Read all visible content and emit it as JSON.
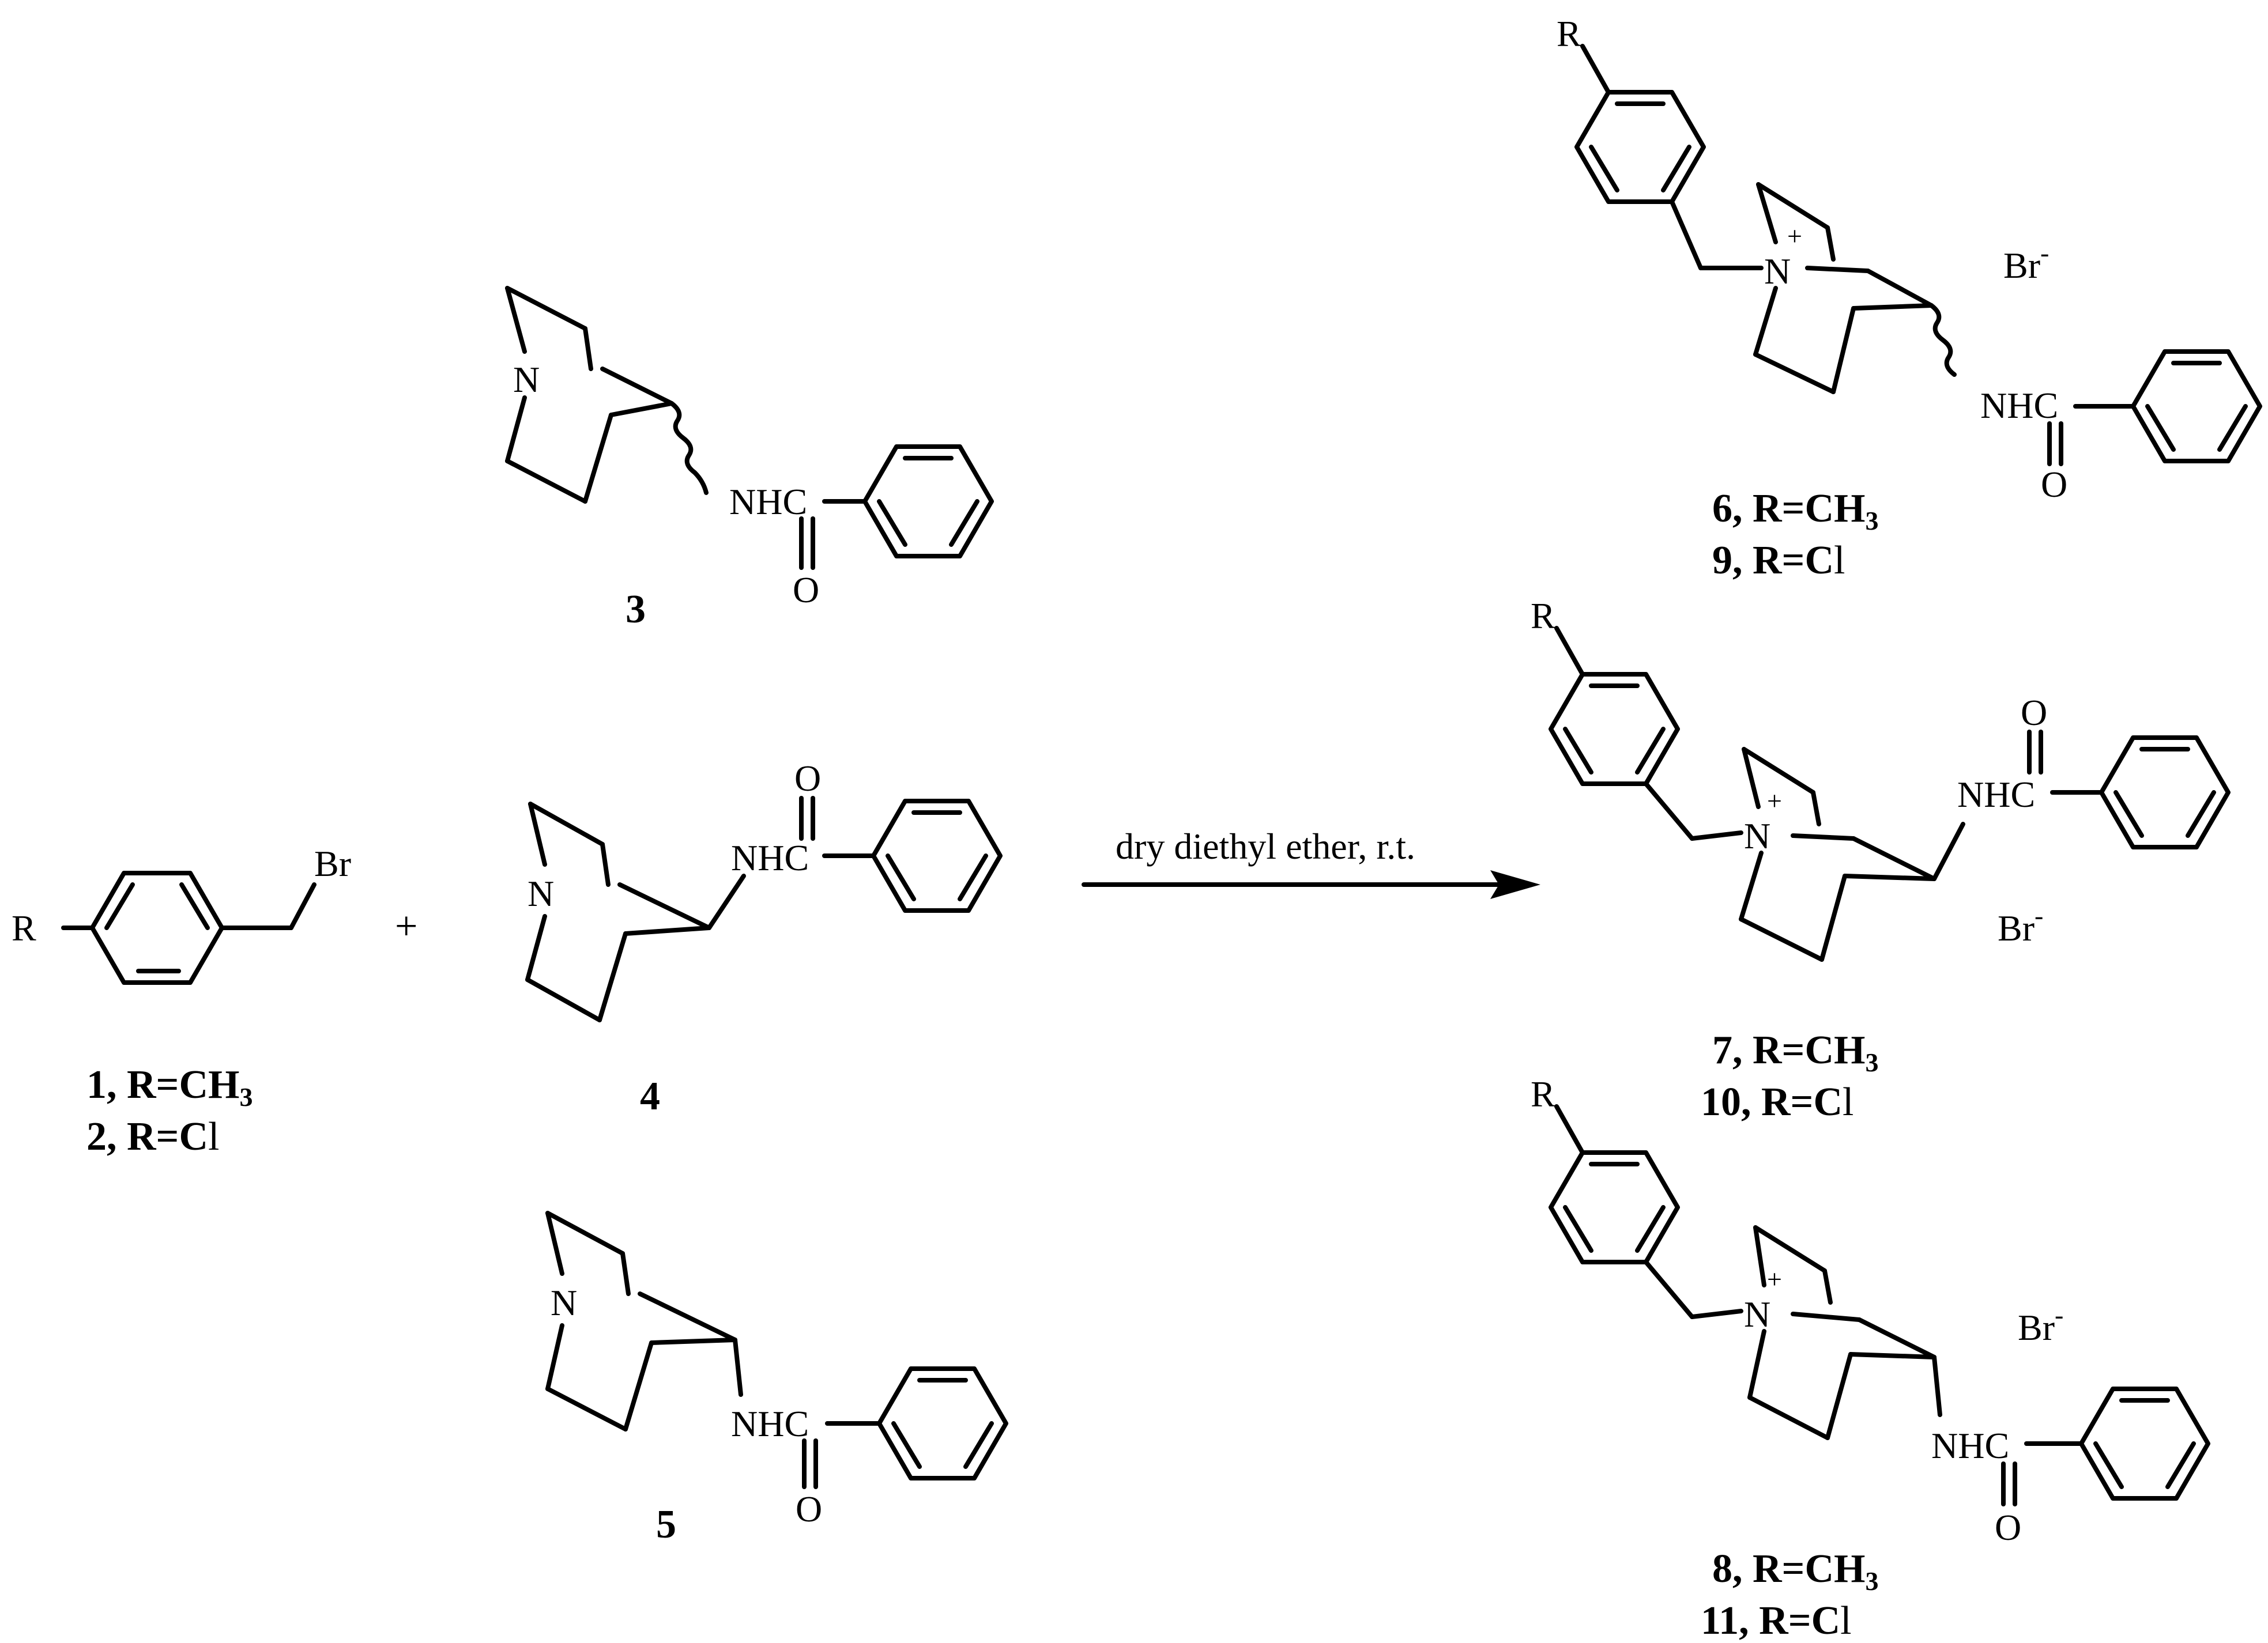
{
  "atoms": {
    "br": "Br",
    "r": "R",
    "n": "N",
    "nplus": "+",
    "nh": "NHC",
    "o": "O",
    "bromide": "Br",
    "minus": "-"
  },
  "operators": {
    "plus": "+"
  },
  "arrow": {
    "conditions": "dry diethyl ether, r.t."
  },
  "compounds": {
    "c1": {
      "num": "1,",
      "r": "R=CH",
      "sub": "3"
    },
    "c2": {
      "num": "2,",
      "r": "R=C",
      "tail": "l"
    },
    "c3": {
      "num": "3"
    },
    "c4": {
      "num": "4"
    },
    "c5": {
      "num": "5"
    },
    "c6": {
      "num": "6,",
      "r": "R=CH",
      "sub": "3"
    },
    "c9": {
      "num": "9,",
      "r": "R=C",
      "tail": "l"
    },
    "c7": {
      "num": "7,",
      "r": "R=CH",
      "sub": "3"
    },
    "c10": {
      "num": "10,",
      "r": "R=C",
      "tail": "l"
    },
    "c8": {
      "num": "8,",
      "r": "R=CH",
      "sub": "3"
    },
    "c11": {
      "num": "11,",
      "r": "R=C",
      "tail": "l"
    }
  }
}
